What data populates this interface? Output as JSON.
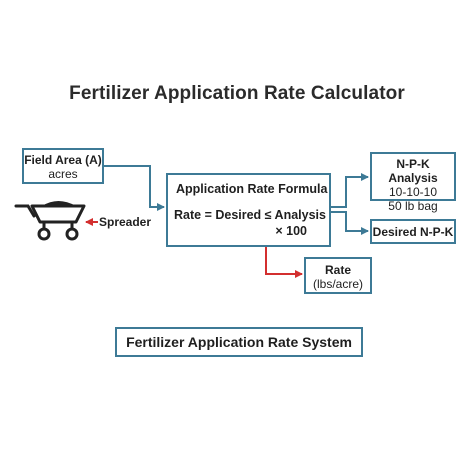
{
  "title": "Fertilizer Application Rate Calculator",
  "field_area": {
    "label": "Field Area (A)",
    "unit": "acres"
  },
  "spreader": {
    "label": "Spreader"
  },
  "formula": {
    "heading": "Application Rate Formula",
    "equation": "Rate = Desired ≤ Analysis",
    "multiplier": "× 100"
  },
  "npk_analysis": {
    "label": "N-P-K Analysis",
    "grade": "10-10-10",
    "bag": "50 lb bag"
  },
  "desired_npk": {
    "label": "Desired N-P-K"
  },
  "rate": {
    "label": "Rate",
    "unit": "(lbs/acre)"
  },
  "system_label": "Fertilizer Application Rate System",
  "colors": {
    "box_border": "#3d7a96",
    "connector": "#3d7a96",
    "highlight_arrow": "#d32f2f",
    "text": "#1f1f1f"
  },
  "icons": {
    "spreader": "spreader-cart-icon"
  }
}
